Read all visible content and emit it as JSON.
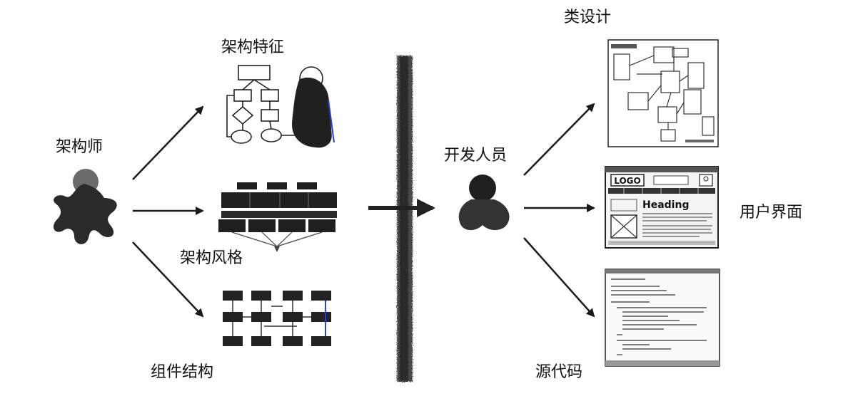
{
  "architect": {
    "label": "架构师"
  },
  "developer": {
    "label": "开发人员"
  },
  "artifacts": {
    "architecture_characteristics": "架构特征",
    "architecture_style": "架构风格",
    "component_structure": "组件结构",
    "class_design": "类设计",
    "user_interface": "用户界面",
    "source_code": "源代码"
  },
  "ui_mockup": {
    "logo": "LOGO",
    "heading": "Heading"
  }
}
